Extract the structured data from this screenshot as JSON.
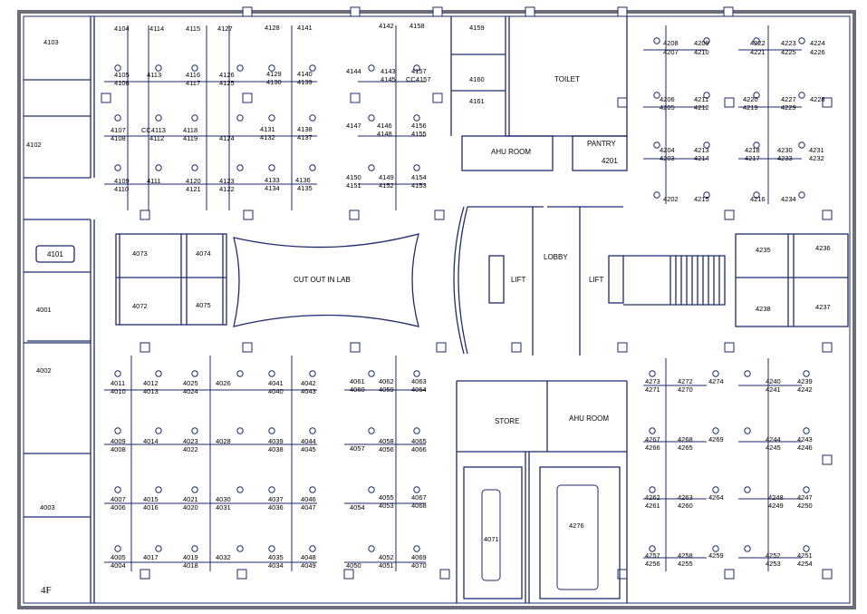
{
  "colors": {
    "wall": "#1f2a6e",
    "outer_wall": "#6b6e78",
    "line": "#1f2a6e",
    "background": "#ffffff",
    "text": "#000000"
  },
  "floor": "4F",
  "rooms": [
    {
      "id": "toilet",
      "label": "TOILET"
    },
    {
      "id": "ahu-room-top",
      "label": "AHU ROOM"
    },
    {
      "id": "pantry",
      "label": "PANTRY"
    },
    {
      "id": "pantry-number",
      "label": "4201"
    },
    {
      "id": "lobby",
      "label": "LOBBY"
    },
    {
      "id": "lift-left",
      "label": "LIFT"
    },
    {
      "id": "lift-right",
      "label": "LIFT"
    },
    {
      "id": "store",
      "label": "STORE"
    },
    {
      "id": "ahu-room-bottom",
      "label": "AHU ROOM"
    },
    {
      "id": "cut-out",
      "label": "CUT OUT IN LAB"
    },
    {
      "id": "room-4101",
      "label": "4101"
    }
  ],
  "offices": [
    "4103",
    "4102",
    "4001",
    "4002",
    "4003",
    "4071",
    "4276",
    "4073",
    "4074",
    "4072",
    "4075",
    "4235",
    "4236",
    "4238",
    "4237",
    "4159",
    "4160",
    "4161"
  ],
  "workstations": [
    "4104",
    "4114",
    "4115",
    "4127",
    "4128",
    "4141",
    "4142",
    "4158",
    "4105",
    "4106",
    "4113",
    "4116",
    "4117",
    "4126",
    "4125",
    "4129",
    "4130",
    "4140",
    "4139",
    "4144",
    "4143",
    "4145",
    "4157",
    "CC4157",
    "4107",
    "4108",
    "CC4113",
    "4112",
    "4118",
    "4119",
    "4124",
    "4131",
    "4132",
    "4138",
    "4137",
    "4147",
    "4146",
    "4148",
    "4156",
    "4155",
    "4109",
    "4110",
    "4111",
    "4120",
    "4121",
    "4123",
    "4122",
    "4133",
    "4134",
    "4136",
    "4135",
    "4150",
    "4151",
    "4149",
    "4152",
    "4154",
    "4153",
    "4208",
    "4207",
    "4209",
    "4210",
    "4222",
    "4221",
    "4223",
    "4225",
    "4224",
    "4226",
    "4206",
    "4205",
    "4211",
    "4212",
    "4220",
    "4219",
    "4227",
    "4229",
    "4228",
    "4204",
    "4203",
    "4213",
    "4214",
    "4218",
    "4217",
    "4230",
    "4233",
    "4231",
    "4232",
    "4202",
    "4215",
    "4216",
    "4234",
    "4011",
    "4010",
    "4012",
    "4013",
    "4025",
    "4024",
    "4026",
    "4041",
    "4040",
    "4042",
    "4043",
    "4061",
    "4060",
    "4062",
    "4059",
    "4063",
    "4064",
    "4009",
    "4008",
    "4014",
    "4023",
    "4022",
    "4028",
    "4039",
    "4038",
    "4044",
    "4045",
    "4057",
    "4058",
    "4056",
    "4065",
    "4066",
    "4007",
    "4006",
    "4015",
    "4016",
    "4021",
    "4020",
    "4030",
    "4031",
    "4037",
    "4036",
    "4046",
    "4047",
    "4054",
    "4055",
    "4053",
    "4067",
    "4068",
    "4005",
    "4004",
    "4017",
    "4019",
    "4018",
    "4032",
    "4035",
    "4034",
    "4048",
    "4049",
    "4050",
    "4052",
    "4051",
    "4069",
    "4070",
    "4273",
    "4271",
    "4272",
    "4270",
    "4274",
    "4240",
    "4241",
    "4239",
    "4242",
    "4267",
    "4266",
    "4268",
    "4265",
    "4269",
    "4244",
    "4245",
    "4243",
    "4246",
    "4262",
    "4261",
    "4263",
    "4260",
    "4264",
    "4248",
    "4249",
    "4247",
    "4250",
    "4257",
    "4256",
    "4258",
    "4255",
    "4259",
    "4252",
    "4253",
    "4251",
    "4254"
  ]
}
